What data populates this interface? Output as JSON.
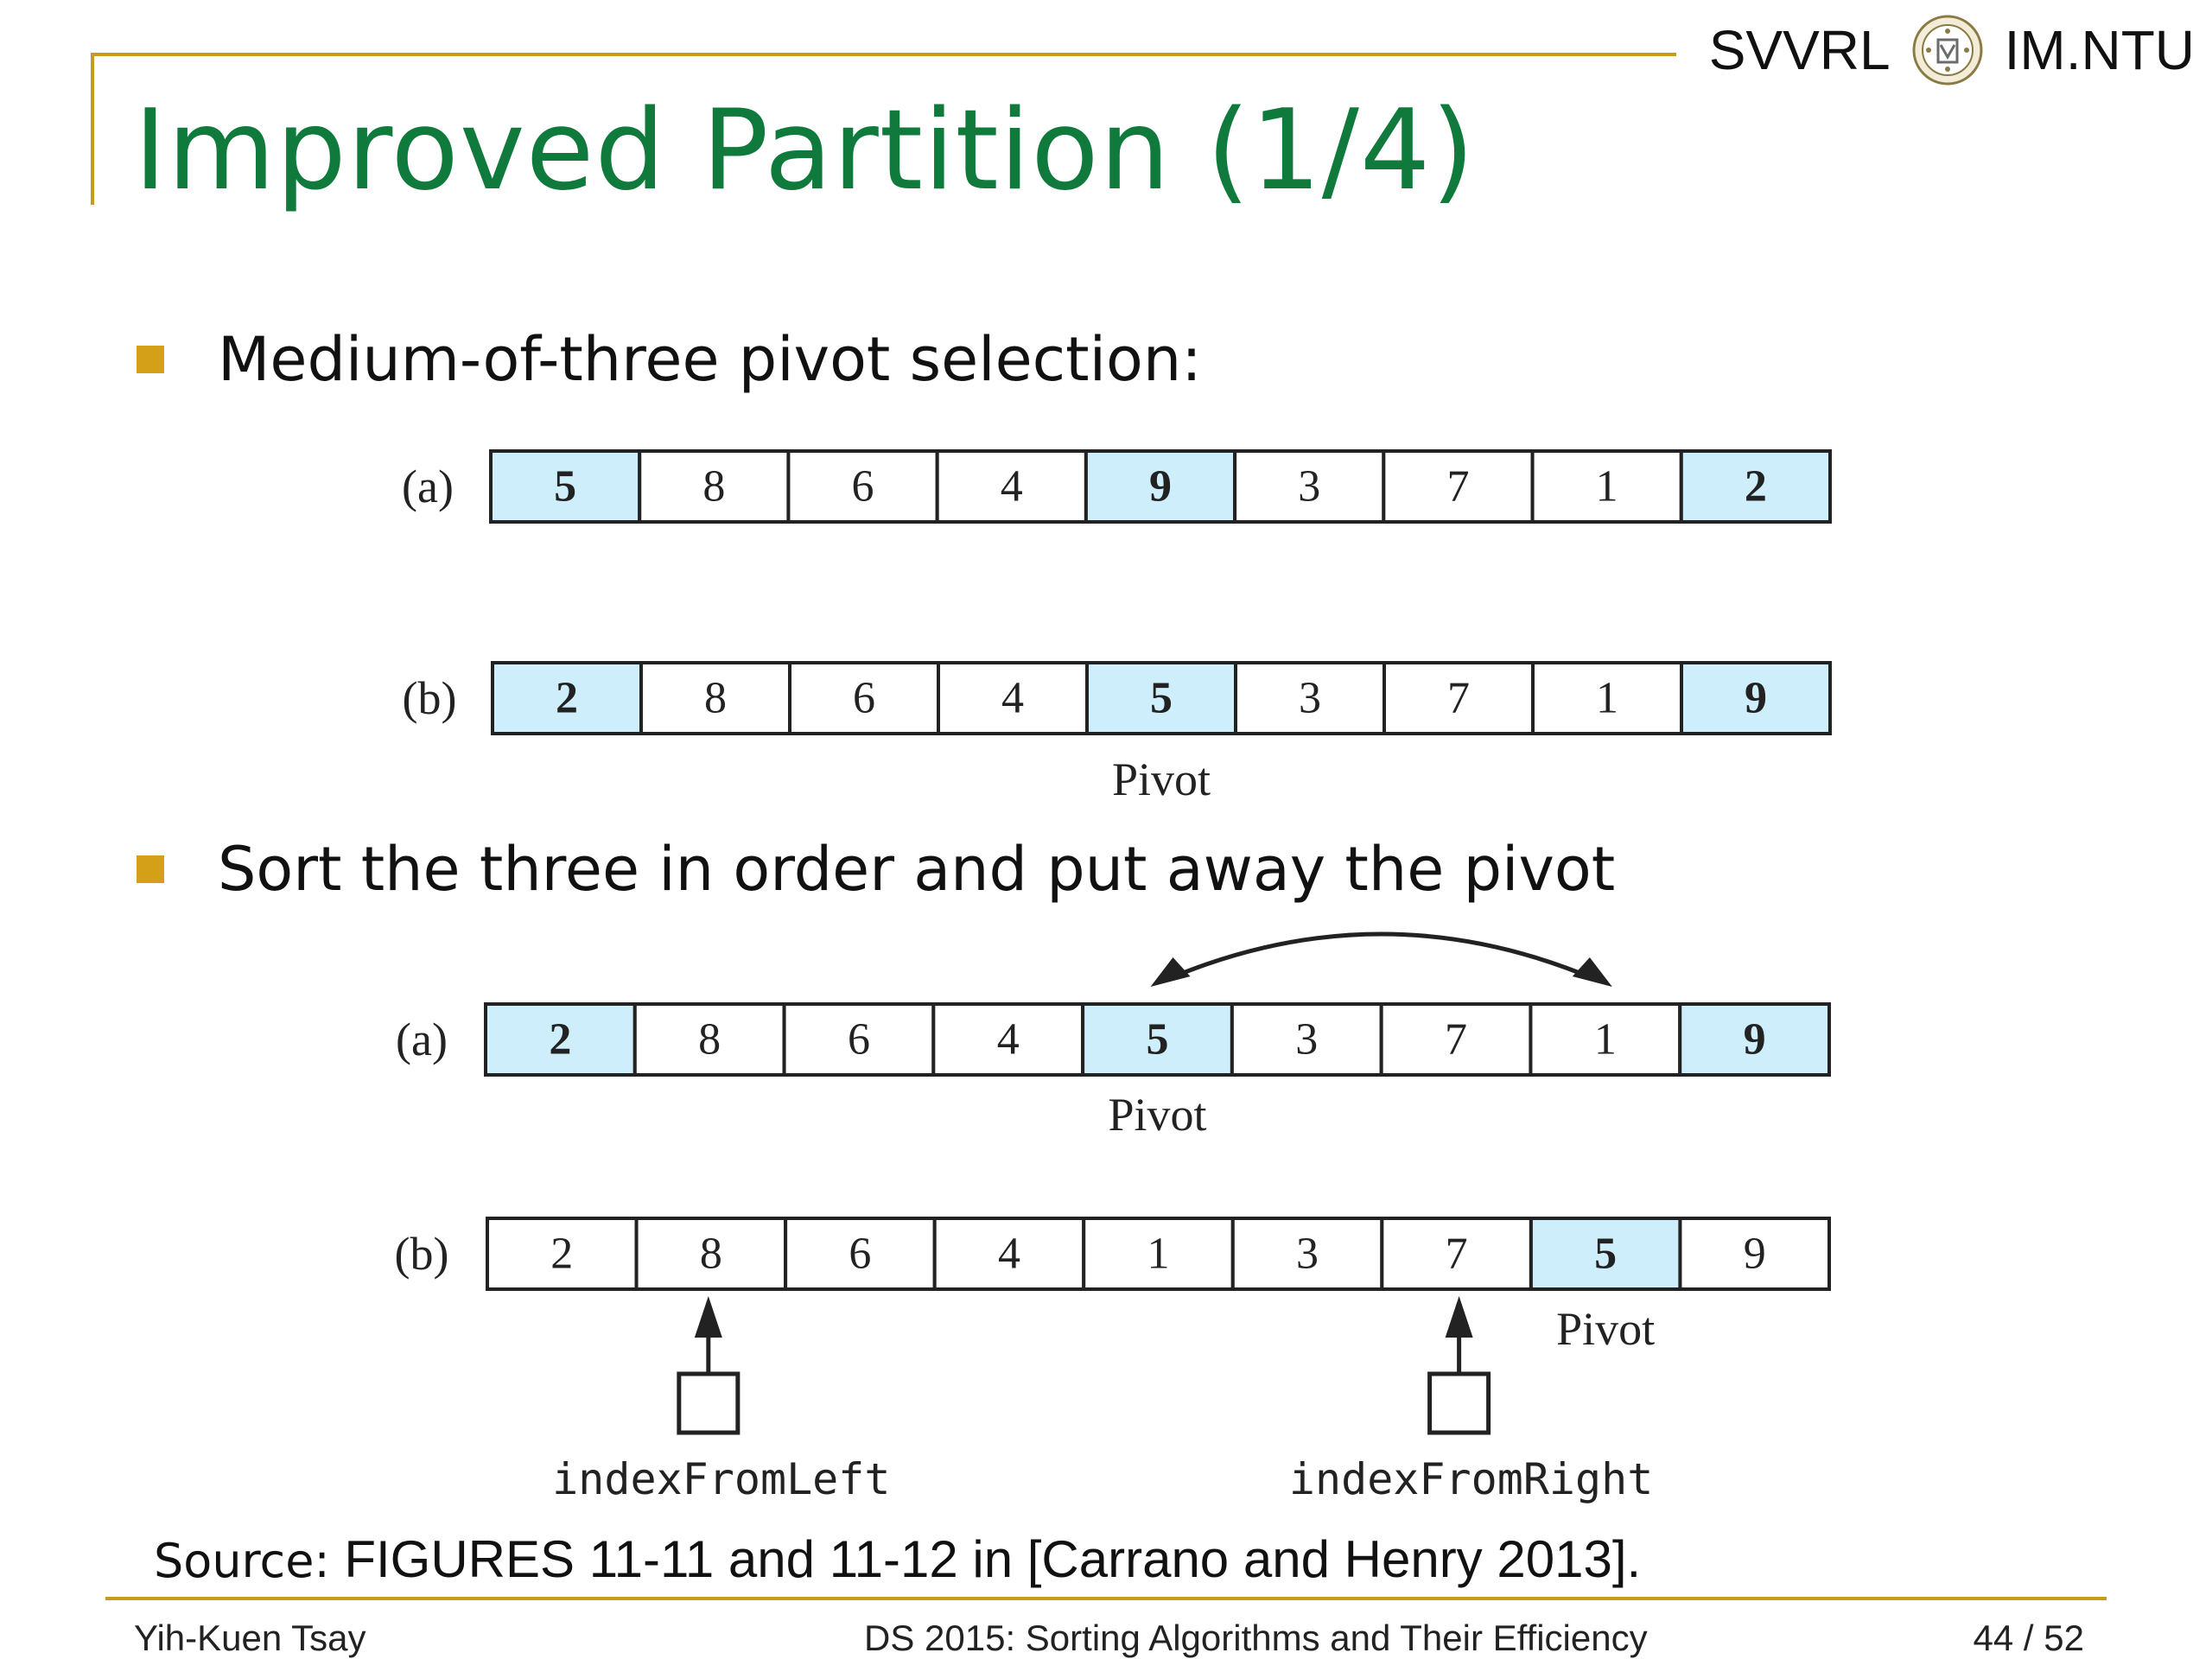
{
  "header": {
    "brand_left": "SVVRL",
    "brand_right": "IM.NTU",
    "seal_icon": "university-seal-icon",
    "title": "Improved Partition (1/4)"
  },
  "colors": {
    "title": "#0f7a3b",
    "accent": "#c89a1e",
    "bullet": "#d4a017",
    "highlight": "#cfeefb"
  },
  "bullets": [
    "Medium-of-three pivot selection:",
    "Sort the three in order and put away the pivot"
  ],
  "figure": {
    "pivot_label": "Pivot",
    "rows": [
      {
        "label": "(a)",
        "values": [
          "5",
          "8",
          "6",
          "4",
          "9",
          "3",
          "7",
          "1",
          "2"
        ],
        "highlight": [
          0,
          4,
          8
        ]
      },
      {
        "label": "(b)",
        "values": [
          "2",
          "8",
          "6",
          "4",
          "5",
          "3",
          "7",
          "1",
          "9"
        ],
        "highlight": [
          0,
          4,
          8
        ]
      },
      {
        "label": "(a)",
        "values": [
          "2",
          "8",
          "6",
          "4",
          "5",
          "3",
          "7",
          "1",
          "9"
        ],
        "highlight": [
          0,
          4,
          8
        ]
      },
      {
        "label": "(b)",
        "values": [
          "2",
          "8",
          "6",
          "4",
          "1",
          "3",
          "7",
          "5",
          "9"
        ],
        "highlight": [
          7
        ]
      }
    ],
    "index_left_label": "indexFromLeft",
    "index_right_label": "indexFromRight"
  },
  "source": {
    "prefix": "Source:",
    "text": " FIGURES 11-11 and 11-12 in [Carrano and Henry 2013]."
  },
  "footer": {
    "author": "Yih-Kuen Tsay",
    "course": "DS 2015: Sorting Algorithms and Their Efficiency",
    "page": "44 / 52"
  }
}
